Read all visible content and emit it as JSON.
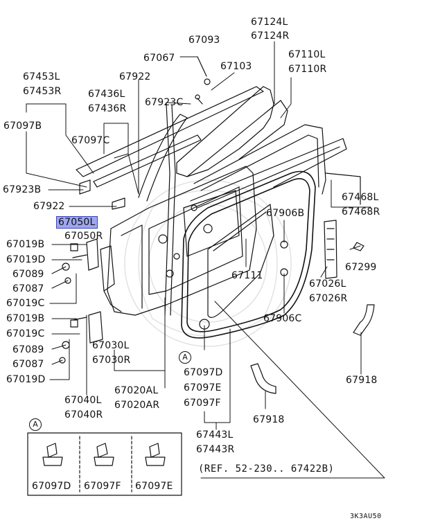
{
  "diagram": {
    "labels": [
      "67124L",
      "67124R",
      "67093",
      "67067",
      "67110L",
      "67110R",
      "67103",
      "67922",
      "67453L",
      "67453R",
      "67436L",
      "67436R",
      "67923C",
      "67097B",
      "67097C",
      "67923B",
      "67922",
      "67050L",
      "67050R",
      "67906B",
      "67468L",
      "67468R",
      "67019B",
      "67019D",
      "67089",
      "67087",
      "67019C",
      "67111",
      "67299",
      "67026L",
      "67026R",
      "67019B",
      "67019C",
      "67089",
      "67087",
      "67019D",
      "67030L",
      "67030R",
      "67906C",
      "67097D",
      "67097E",
      "67097F",
      "67020AL",
      "67020AR",
      "67040L",
      "67040R",
      "67918",
      "67918",
      "67443L",
      "67443R",
      "67097D",
      "67097F",
      "67097E"
    ],
    "highlighted_label": "67050L",
    "callout_marker": "A",
    "detail_marker": "A",
    "reference_note": "(REF. 52-230.. 67422B)",
    "diagram_code": "3K3AU50"
  }
}
